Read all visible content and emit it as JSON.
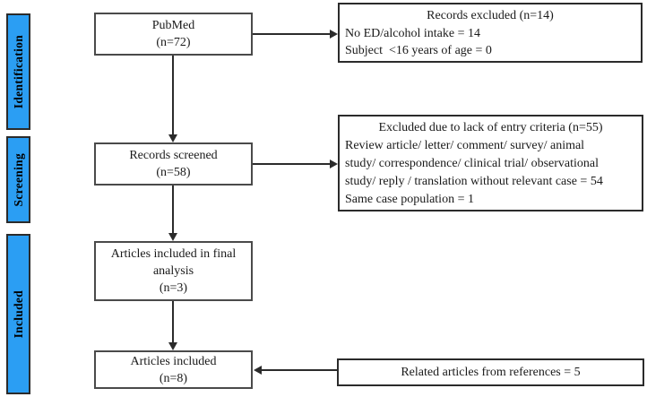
{
  "sidebar": {
    "color": "#2B9EF3",
    "stages": [
      {
        "label": "Identification"
      },
      {
        "label": "Screening"
      },
      {
        "label": "Included"
      }
    ]
  },
  "flow_boxes": {
    "pubmed": {
      "lines": [
        "PubMed",
        "(n=72)"
      ]
    },
    "records_screened": {
      "lines": [
        "Records screened",
        "(n=58)"
      ]
    },
    "final_analysis": {
      "lines": [
        "Articles included in final",
        "analysis",
        "(n=3)"
      ]
    },
    "articles_included": {
      "lines": [
        "Articles included",
        "(n=8)"
      ]
    }
  },
  "exclusion_boxes": {
    "records_excluded": {
      "header": "Records excluded (n=14)",
      "lines": [
        "No ED/alcohol intake = 14",
        "Subject  <16 years of age = 0"
      ]
    },
    "entry_criteria": {
      "header": "Excluded due to lack of entry criteria (n=55)",
      "lines": [
        "Review article/ letter/ comment/ survey/ animal",
        "study/ correspondence/ clinical trial/ observational",
        "study/ reply / translation without relevant case = 54",
        "Same case population = 1"
      ]
    },
    "related_articles": {
      "text": "Related articles from references = 5"
    }
  }
}
